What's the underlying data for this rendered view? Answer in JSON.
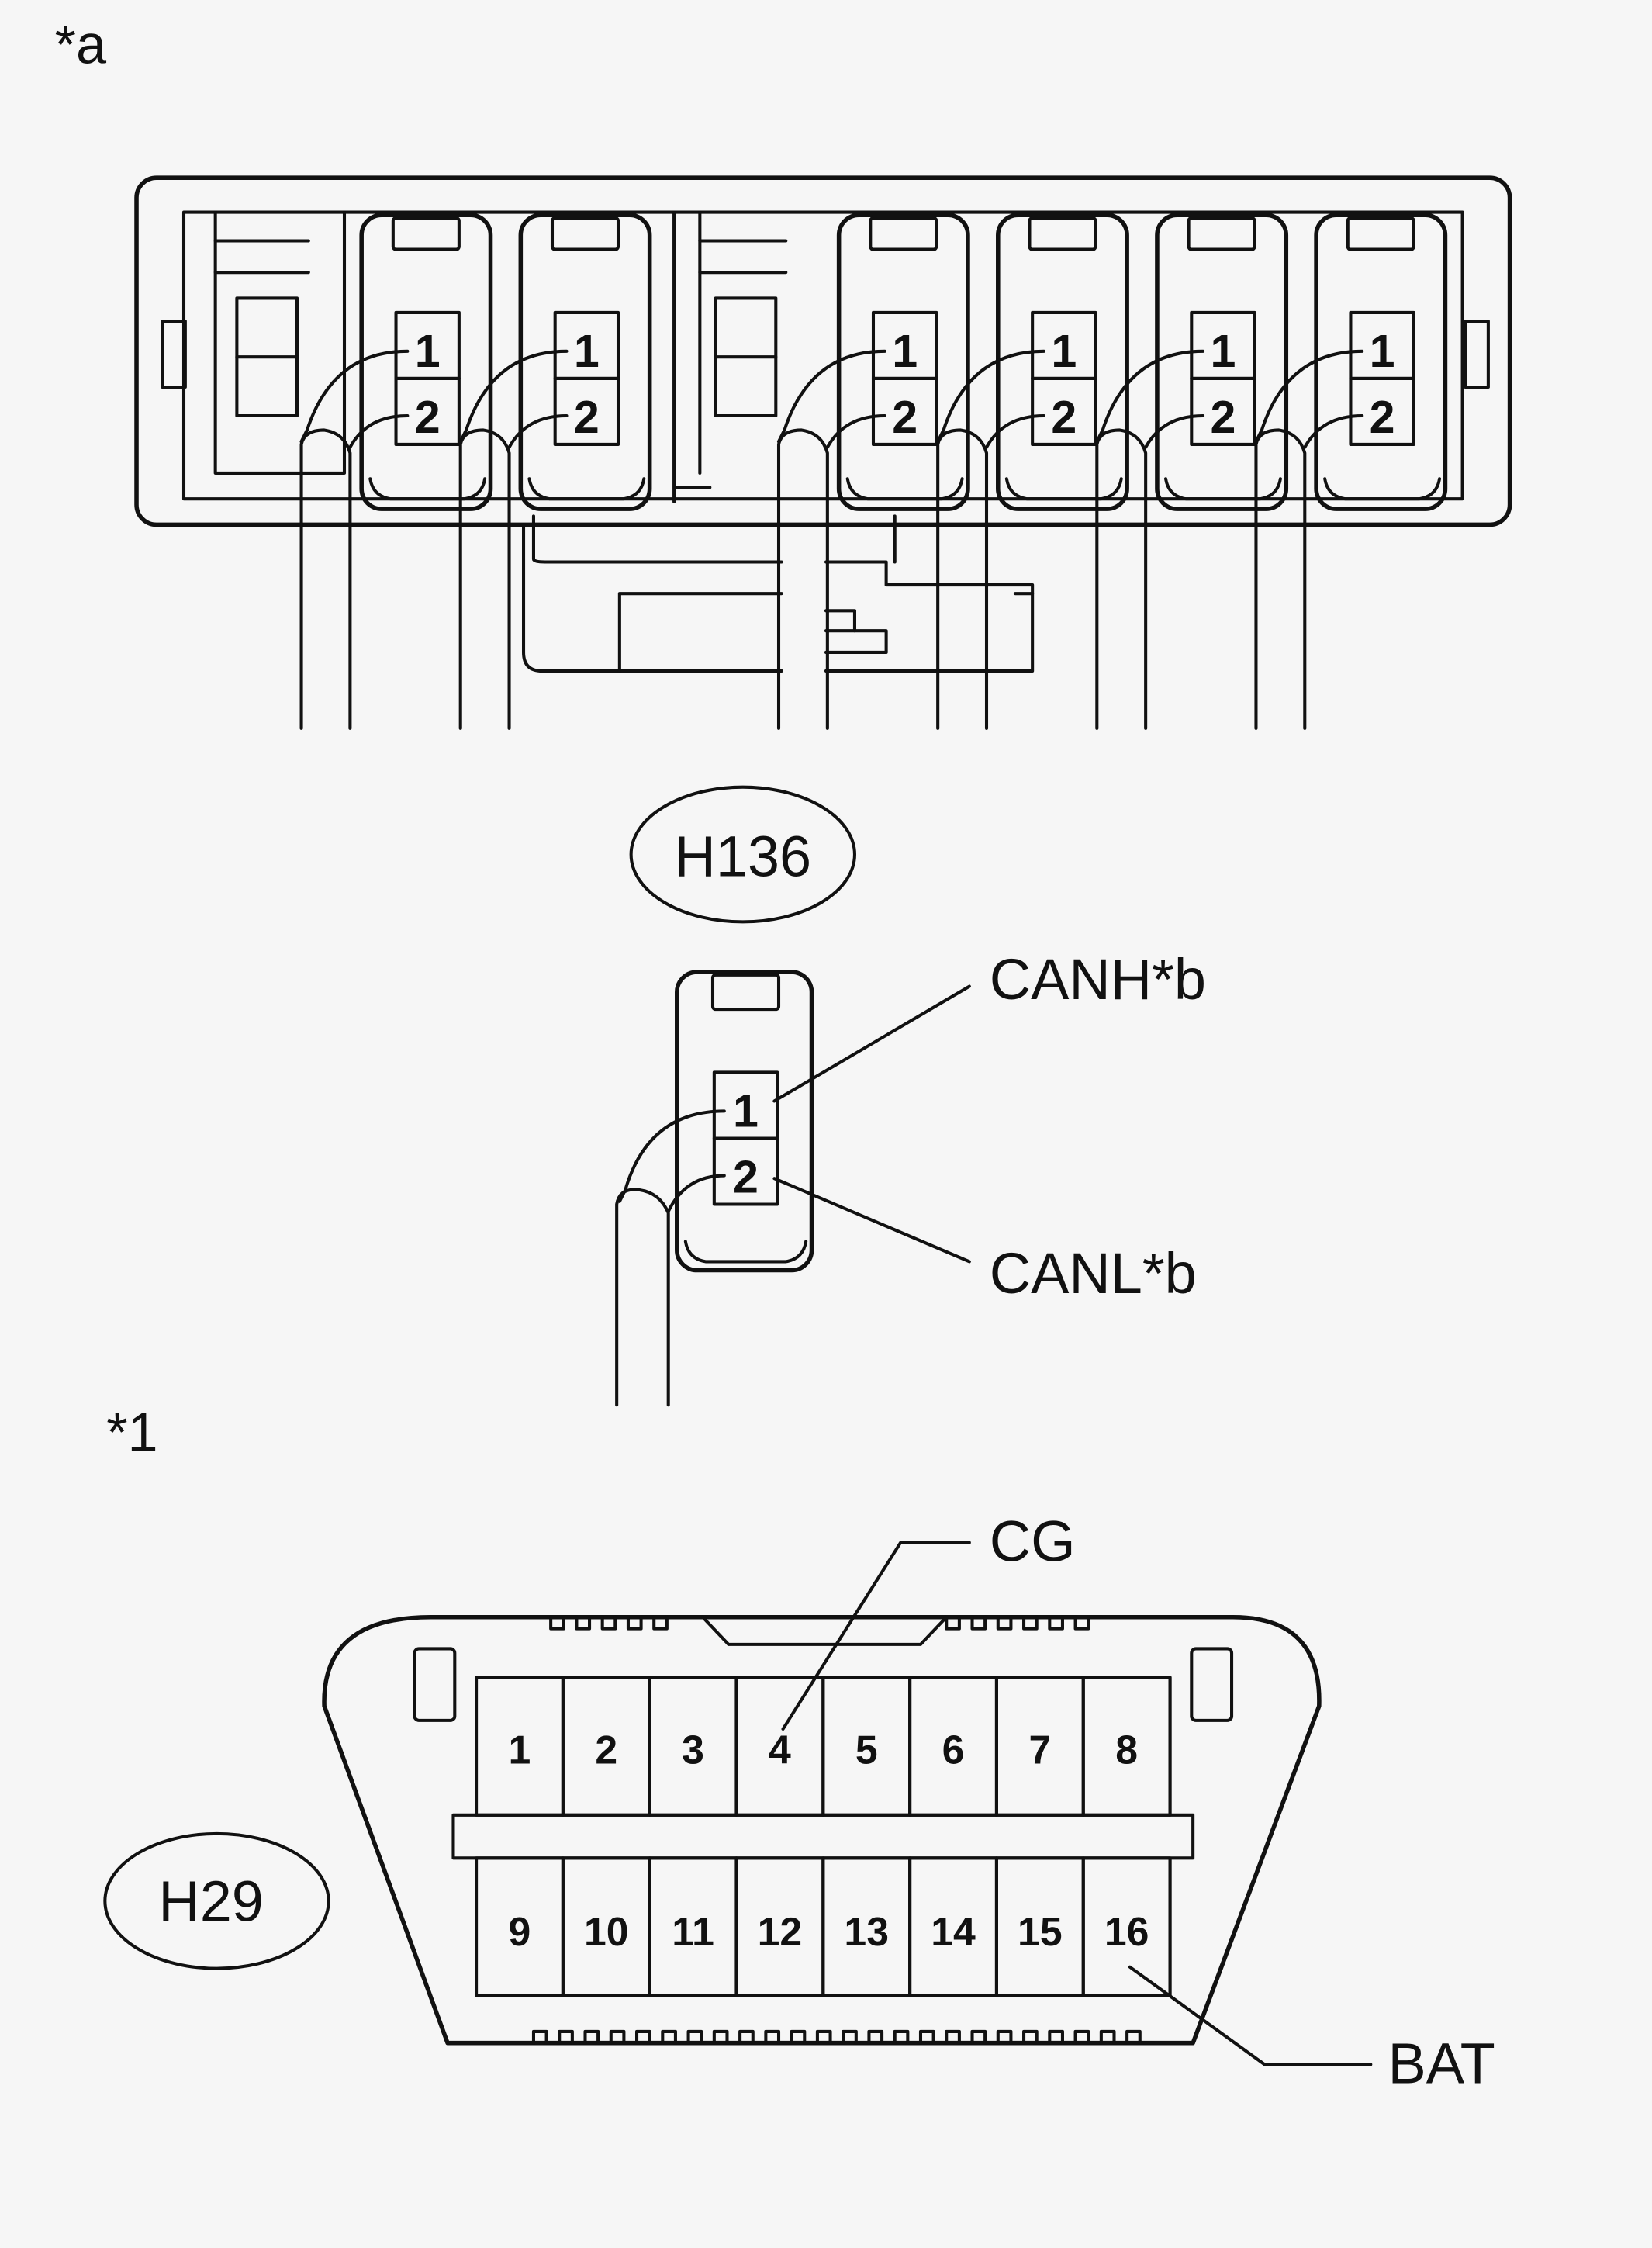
{
  "labels": {
    "star_a": "*a",
    "star_1": "*1",
    "h136": "H136",
    "h29": "H29",
    "canh": "CANH*b",
    "canl": "CANL*b",
    "cg": "CG",
    "bat": "BAT"
  },
  "block_connector": {
    "terminal_pins": [
      "1",
      "2"
    ]
  },
  "dlc3": {
    "top_row": [
      "1",
      "2",
      "3",
      "4",
      "5",
      "6",
      "7",
      "8"
    ],
    "bottom_row": [
      "9",
      "10",
      "11",
      "12",
      "13",
      "14",
      "15",
      "16"
    ]
  },
  "colors": {
    "background": "#f6f6f6",
    "ink": "#111111"
  }
}
